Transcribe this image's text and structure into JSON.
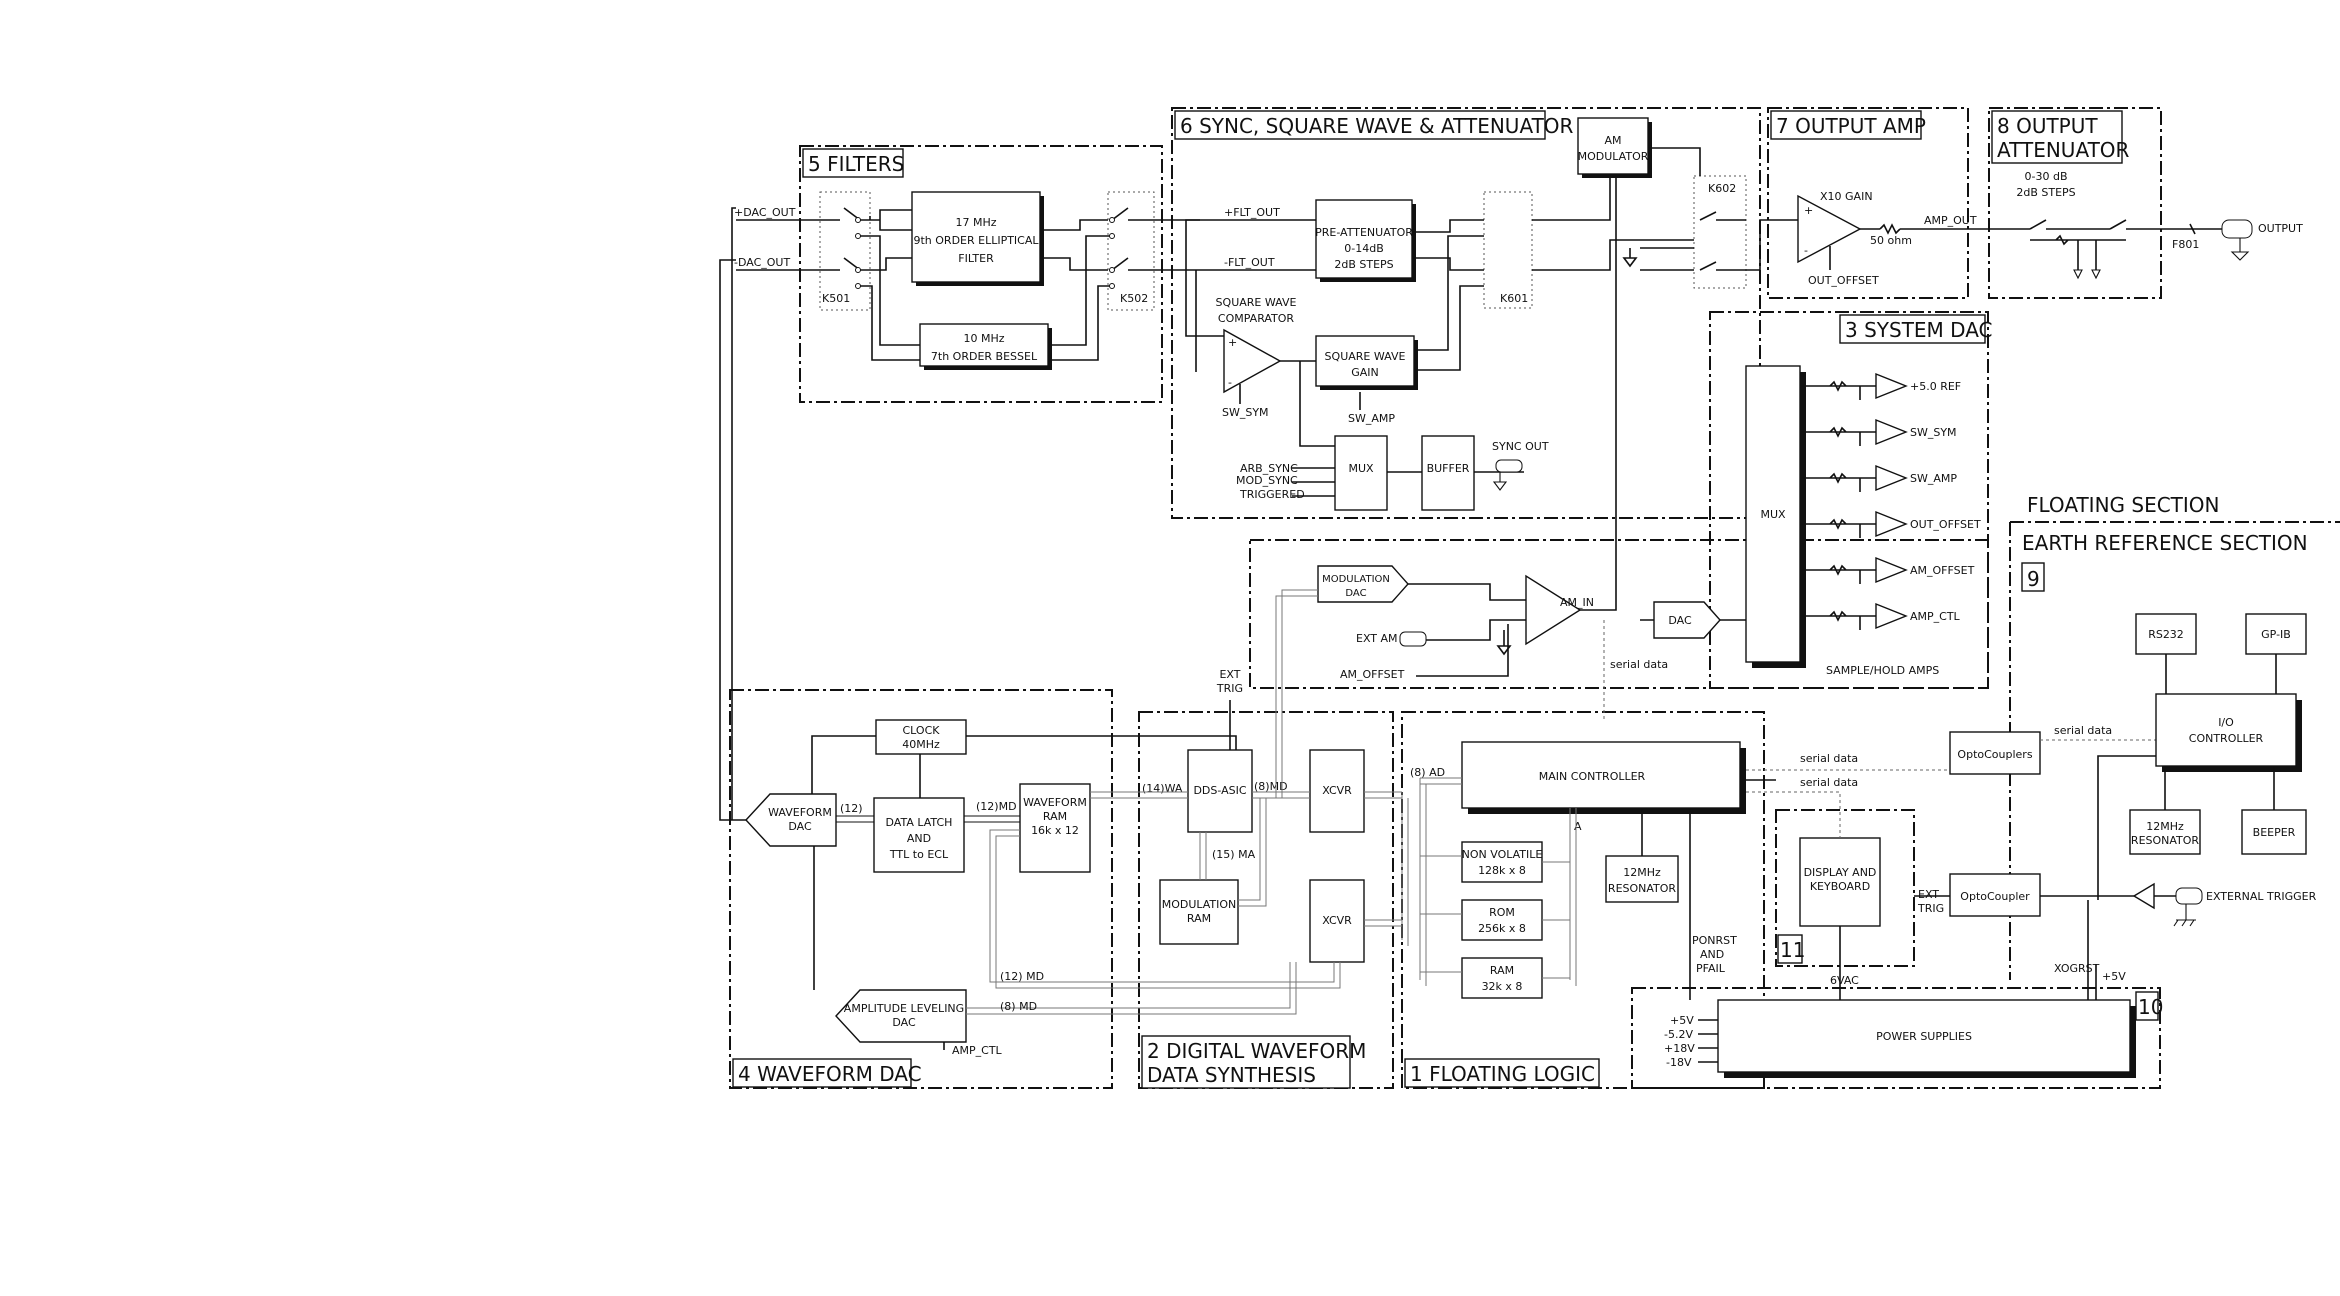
{
  "sections": {
    "filters": "5 FILTERS",
    "sync": "6 SYNC, SQUARE WAVE & ATTENUATOR",
    "output_amp": "7 OUTPUT AMP",
    "output_attenuator_1": "8 OUTPUT",
    "output_attenuator_2": "ATTENUATOR",
    "system_dac": "3 SYSTEM DAC",
    "waveform_dac": "4 WAVEFORM DAC",
    "digital_1": "2 DIGITAL WAVEFORM",
    "digital_2": "DATA SYNTHESIS",
    "floating_logic": "1 FLOATING LOGIC",
    "floating_section": "FLOATING SECTION",
    "earth_section": "EARTH REFERENCE SECTION",
    "num_9": "9",
    "num_10": "10",
    "num_11": "11"
  },
  "blocks": {
    "filter17_1": "17 MHz",
    "filter17_2": "9th ORDER ELLIPTICAL",
    "filter17_3": "FILTER",
    "filter10_1": "10 MHz",
    "filter10_2": "7th ORDER BESSEL",
    "pre_att_1": "PRE-ATTENUATOR",
    "pre_att_2": "0-14dB",
    "pre_att_3": "2dB STEPS",
    "sq_gain_1": "SQUARE WAVE",
    "sq_gain_2": "GAIN",
    "sq_comp_1": "SQUARE WAVE",
    "sq_comp_2": "COMPARATOR",
    "mux": "MUX",
    "buffer": "BUFFER",
    "am_mod_1": "AM",
    "am_mod_2": "MODULATOR",
    "sys_mux": "MUX",
    "mod_dac_1": "MODULATION",
    "mod_dac_2": "DAC",
    "dac": "DAC",
    "clock_1": "CLOCK",
    "clock_2": "40MHz",
    "wf_dac_1": "WAVEFORM",
    "wf_dac_2": "DAC",
    "latch_1": "DATA LATCH",
    "latch_2": "AND",
    "latch_3": "TTL to ECL",
    "wf_ram_1": "WAVEFORM",
    "wf_ram_2": "RAM",
    "wf_ram_3": "16k x 12",
    "amp_lvl_1": "AMPLITUDE LEVELING",
    "amp_lvl_2": "DAC",
    "dds": "DDS-ASIC",
    "mod_ram_1": "MODULATION",
    "mod_ram_2": "RAM",
    "xcvr1": "XCVR",
    "xcvr2": "XCVR",
    "main_ctrl": "MAIN CONTROLLER",
    "nvram_1": "NON VOLATILE",
    "nvram_2": "128k x 8",
    "rom_1": "ROM",
    "rom_2": "256k x 8",
    "ram_1": "RAM",
    "ram_2": "32k x 8",
    "res12_1": "12MHz",
    "res12_2": "RESONATOR",
    "display_1": "DISPLAY AND",
    "display_2": "KEYBOARD",
    "power": "POWER SUPPLIES",
    "opto1": "OptoCouplers",
    "opto2": "OptoCoupler",
    "rs232": "RS232",
    "gpib": "GP-IB",
    "io_1": "I/O",
    "io_2": "CONTROLLER",
    "res12b_1": "12MHz",
    "res12b_2": "RESONATOR",
    "beeper": "BEEPER"
  },
  "labels": {
    "dac_out_p": "+DAC_OUT",
    "dac_out_n": "-DAC_OUT",
    "k501": "K501",
    "k502": "K502",
    "k601": "K601",
    "k602": "K602",
    "flt_out_p": "+FLT_OUT",
    "flt_out_n": "-FLT_OUT",
    "sw_sym": "SW_SYM",
    "sw_amp": "SW_AMP",
    "arb_sync": "ARB_SYNC",
    "mod_sync": "MOD_SYNC",
    "triggered": "TRIGGERED",
    "sync_out": "SYNC OUT",
    "x10_gain": "X10 GAIN",
    "amp_out": "AMP_OUT",
    "fifty_ohm": "50 ohm",
    "out_offset": "OUT_OFFSET",
    "att_range": "0-30 dB",
    "att_steps": "2dB STEPS",
    "f801": "F801",
    "output": "OUTPUT",
    "ref5": "+5.0 REF",
    "s_sw_sym": "SW_SYM",
    "s_sw_amp": "SW_AMP",
    "s_out_offset": "OUT_OFFSET",
    "s_am_offset": "AM_OFFSET",
    "s_amp_ctl": "AMP_CTL",
    "sh_amps": "SAMPLE/HOLD AMPS",
    "am_in": "AM_IN",
    "ext_am": "EXT AM",
    "am_offset": "AM_OFFSET",
    "serial_data_1": "serial data",
    "serial_data_2": "serial data",
    "serial_data_3": "serial data",
    "serial_data_4": "serial data",
    "ext_trig_1": "EXT",
    "ext_trig_2": "TRIG",
    "ext_trig_b1": "EXT",
    "ext_trig_b2": "TRIG",
    "bus_12": "(12)",
    "bus_12md": "(12)MD",
    "bus_14wa": "(14)WA",
    "bus_8md": "(8)MD",
    "bus_15ma": "(15) MA",
    "bus_8ad": "(8) AD",
    "bus_a": "A",
    "bus_12md_b": "(12) MD",
    "bus_8md_b": "(8) MD",
    "amp_ctl": "AMP_CTL",
    "ponrst_1": "PONRST",
    "ponrst_2": "AND",
    "ponrst_3": "PFAIL",
    "vac6": "6VAC",
    "xogrst": "XOGRST",
    "p5v": "+5V",
    "v_p5": "+5V",
    "v_m52": "-5.2V",
    "v_p18": "+18V",
    "v_m18": "-18V",
    "external_trigger": "EXTERNAL TRIGGER"
  }
}
